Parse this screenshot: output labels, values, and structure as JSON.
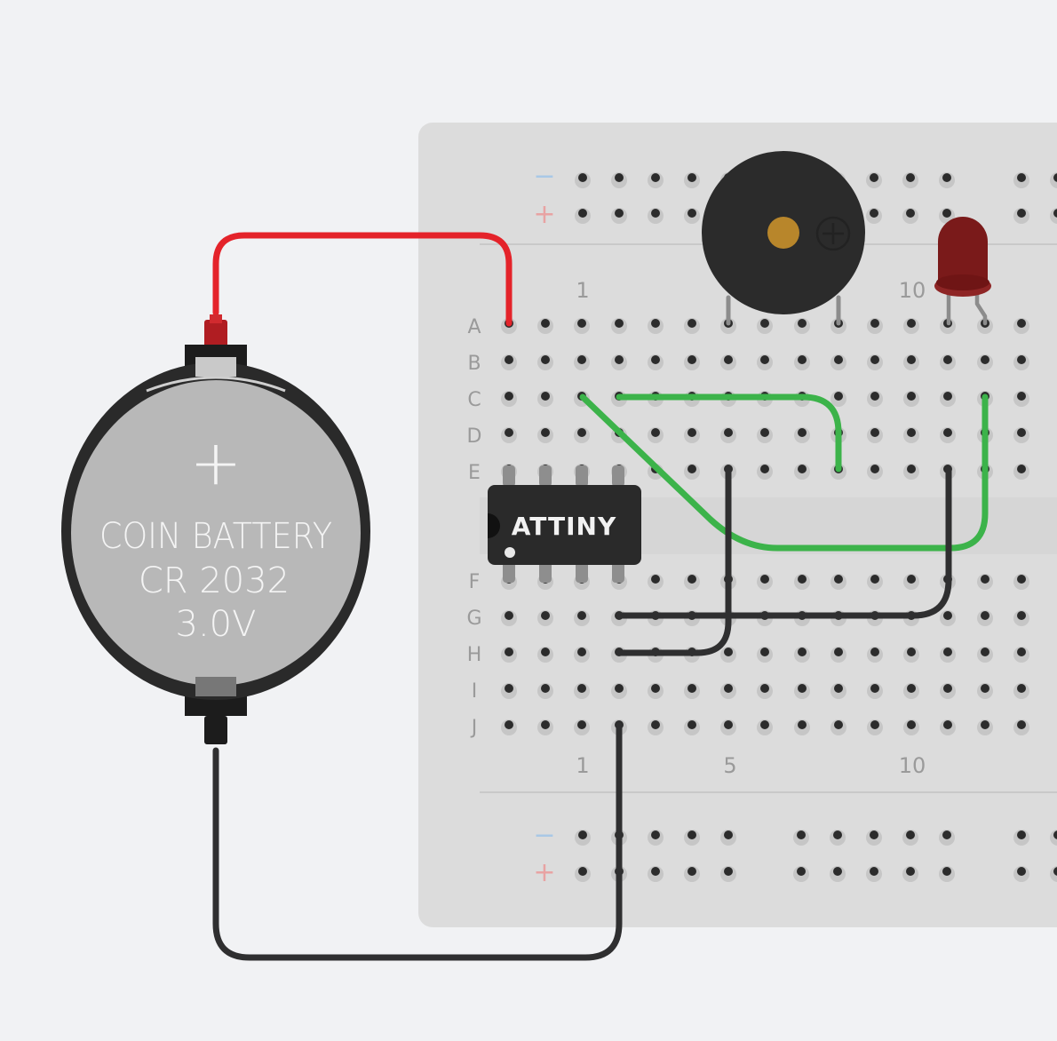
{
  "breadboard": {
    "rail_minus_symbol": "−",
    "rail_plus_symbol": "+",
    "row_labels": [
      "A",
      "B",
      "C",
      "D",
      "E",
      "F",
      "G",
      "H",
      "I",
      "J"
    ],
    "top_col_numbers": [
      "1",
      "10"
    ],
    "bottom_col_numbers": [
      "1",
      "5",
      "10"
    ]
  },
  "battery": {
    "plus_symbol": "+",
    "line1": "COIN BATTERY",
    "line2": "CR 2032",
    "line3": "3.0V"
  },
  "chip": {
    "label": "ATTINY"
  },
  "colors": {
    "board": "#dcdcdc",
    "hole": "#2c2c2c",
    "wire_red": "#e4232a",
    "wire_green": "#3cb34a",
    "wire_black": "#2f2f30",
    "led": "#7a1a1a",
    "buzzer": "#2b2b2b",
    "buzzer_dot": "#b8862b",
    "rail_minus": "#a9c8e6",
    "rail_plus": "#e8a3a3"
  },
  "wires": [
    {
      "name": "wire-battery-positive",
      "color": "red"
    },
    {
      "name": "wire-chip-to-led",
      "color": "green"
    },
    {
      "name": "wire-diagonal-c3",
      "color": "green"
    },
    {
      "name": "wire-buzzer-to-g4",
      "color": "black"
    },
    {
      "name": "wire-led-to-h4",
      "color": "black"
    },
    {
      "name": "wire-battery-negative",
      "color": "black"
    }
  ]
}
